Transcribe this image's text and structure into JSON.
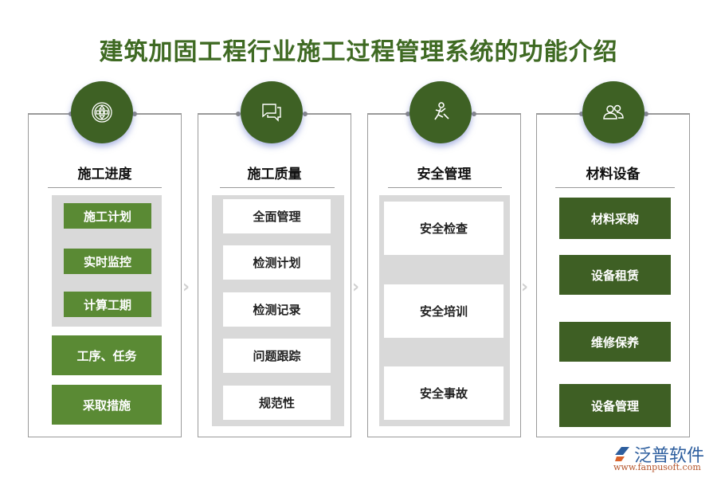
{
  "title": "建筑加固工程行业施工过程管理系统的功能介绍",
  "accent_colors": {
    "dark_green": "#3e5f24",
    "light_green": "#5a8a34",
    "gray": "#d9d9d9"
  },
  "panels": [
    {
      "title": "施工进度",
      "icon": "globe-icon",
      "grouped_items": [
        "施工计划",
        "实时监控",
        "计算工期"
      ],
      "items": [
        "工序、任务",
        "采取措施"
      ]
    },
    {
      "title": "施工质量",
      "icon": "chat-bubbles-icon",
      "items": [
        "全面管理",
        "检测计划",
        "检测记录",
        "问题跟踪",
        "规范性"
      ]
    },
    {
      "title": "安全管理",
      "icon": "worker-icon",
      "items": [
        "安全检查",
        "安全培训",
        "安全事故"
      ]
    },
    {
      "title": "材料设备",
      "icon": "users-icon",
      "items": [
        "材料采购",
        "设备租赁",
        "维修保养",
        "设备管理"
      ]
    }
  ],
  "logo": {
    "name": "泛普软件",
    "url": "www.fanpusoft.com"
  }
}
